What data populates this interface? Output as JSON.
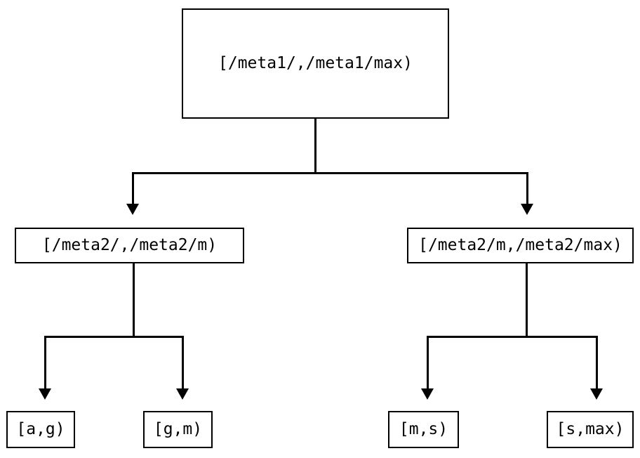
{
  "diagram": {
    "kind": "tree",
    "orientation": "top-down",
    "background_color": "#ffffff",
    "stroke_color": "#000000",
    "text_color": "#000000",
    "nodes": {
      "root": {
        "label": "[/meta1/,/meta1/max)",
        "level": 0
      },
      "mid_left": {
        "label": "[/meta2/,/meta2/m)",
        "level": 1
      },
      "mid_right": {
        "label": "[/meta2/m,/meta2/max)",
        "level": 1
      },
      "leaf_ag": {
        "label": "[a,g)",
        "level": 2
      },
      "leaf_gm": {
        "label": "[g,m)",
        "level": 2
      },
      "leaf_ms": {
        "label": "[m,s)",
        "level": 2
      },
      "leaf_smax": {
        "label": "[s,max)",
        "level": 2
      }
    },
    "edges": [
      {
        "from": "root",
        "to": "mid_left",
        "arrow": "down"
      },
      {
        "from": "root",
        "to": "mid_right",
        "arrow": "down"
      },
      {
        "from": "mid_left",
        "to": "leaf_ag",
        "arrow": "down"
      },
      {
        "from": "mid_left",
        "to": "leaf_gm",
        "arrow": "down"
      },
      {
        "from": "mid_right",
        "to": "leaf_ms",
        "arrow": "down"
      },
      {
        "from": "mid_right",
        "to": "leaf_smax",
        "arrow": "down"
      }
    ]
  }
}
